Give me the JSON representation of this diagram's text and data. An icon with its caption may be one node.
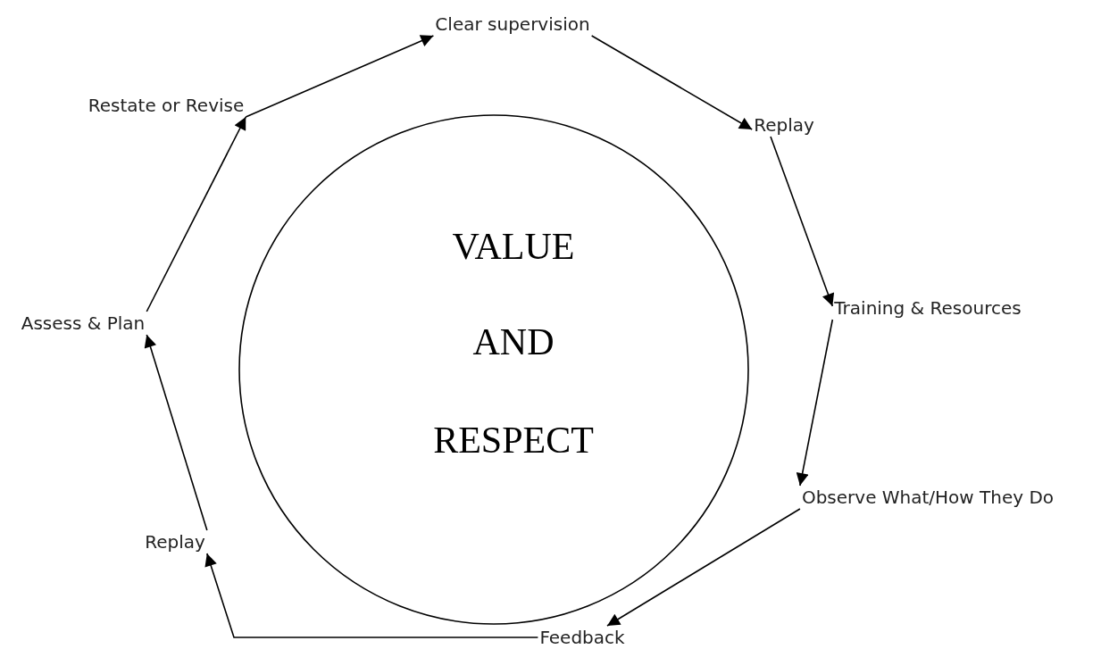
{
  "diagram": {
    "nodes": [
      {
        "text": [
          "VALUE",
          "AND",
          "RESPECT"
        ]
      },
      {
        "text": [
          "Clear supervision"
        ]
      },
      {
        "text": [
          "Replay"
        ]
      },
      {
        "text": [
          "Training & Resources"
        ]
      },
      {
        "text": [
          "Observe What/How They Do"
        ]
      },
      {
        "text": [
          "Feedback"
        ]
      },
      {
        "text": [
          "Replay"
        ]
      },
      {
        "text": [
          "Assess & Plan"
        ]
      },
      {
        "text": [
          "Restate or Revise"
        ]
      }
    ],
    "edges": [
      {
        "from": 1,
        "to": 2,
        "arrow": "to"
      },
      {
        "from": 2,
        "to": 3,
        "arrow": "to"
      },
      {
        "from": 3,
        "to": 4,
        "arrow": "to"
      },
      {
        "from": 4,
        "to": 5,
        "arrow": "to"
      },
      {
        "from": 5,
        "to": 6,
        "arrow": "to"
      },
      {
        "from": 6,
        "to": 7,
        "arrow": "to"
      },
      {
        "from": 7,
        "to": 8,
        "arrow": "to"
      },
      {
        "from": 8,
        "to": 1,
        "arrow": "to"
      }
    ]
  }
}
